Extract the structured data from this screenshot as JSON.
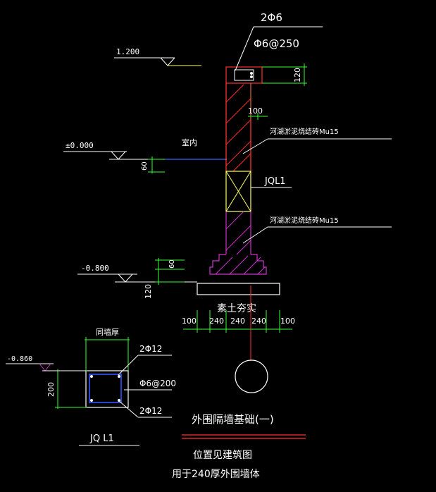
{
  "colors": {
    "background": "#000000",
    "text": "#ffffff",
    "wall_red": "#ff3030",
    "hatch_red": "#ff3030",
    "hatch_magenta": "#cc33cc",
    "beam_yellow": "#ffff66",
    "dimension_green": "#33ff33",
    "level_yellow": "#ffff66",
    "indoor_blue": "#3366ff",
    "tie_blue": "#3355ff",
    "footing_white": "#ffffff"
  },
  "labels": {
    "rebar_top": "2Φ6",
    "stirrup_top": "Φ6@250",
    "dim_120_top": "120",
    "dim_100_top": "100",
    "material_upper": "河湖淤泥烧结砖Mu15",
    "material_lower": "河湖淤泥烧结砖Mu15",
    "beam_label": "JQL1",
    "indoor": "室内",
    "dim_60_left": "60",
    "dim_60_right": "60",
    "dim_120_right": "120",
    "foundation": "素土夯实",
    "bottom_dims": [
      "100",
      "240",
      "240",
      "240",
      "100"
    ],
    "section_width": "同墙厚",
    "section_rebar_top": "2Φ12",
    "section_stirrup": "Φ6@200",
    "section_rebar_bottom": "2Φ12",
    "section_height": "200",
    "section_name": "JQ L1",
    "drawing_title": "外围隔墙基础(一)",
    "note_position": "位置见建筑图",
    "note_use": "用于240厚外围墙体"
  },
  "levels": {
    "top": "1.200",
    "ground": "±0.000",
    "base": "-0.800",
    "section": "-0.860"
  }
}
